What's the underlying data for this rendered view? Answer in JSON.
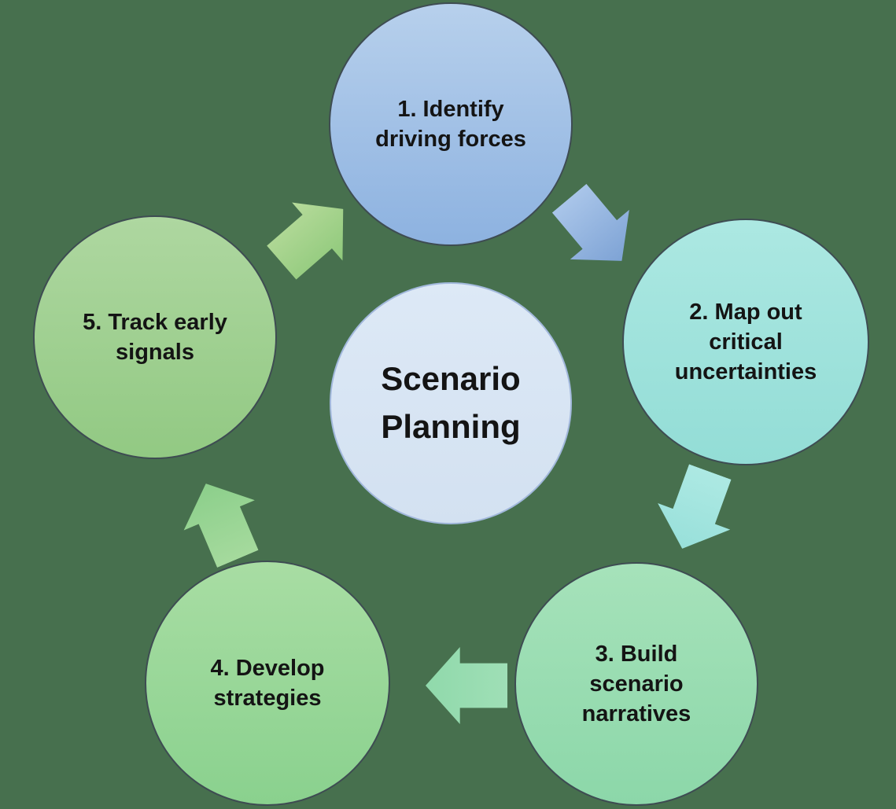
{
  "diagram": {
    "title": "Scenario Planning",
    "background_color": "#47704E",
    "step_border_color": "#3e4c52",
    "text_color": "#141414",
    "center": {
      "label": "Scenario Planning",
      "lines": [
        "Scenario",
        "Planning"
      ],
      "fill_top": "#dde9f6",
      "fill_bottom": "#d3e1f1",
      "border_color": "#a2b8dc"
    },
    "steps": [
      {
        "id": 1,
        "label": "1. Identify driving forces",
        "lines": [
          "1. Identify",
          "driving forces"
        ],
        "fill_top": "#b7d0ec",
        "fill_bottom": "#8db2e0"
      },
      {
        "id": 2,
        "label": "2. Map out critical uncertainties",
        "lines": [
          "2. Map out",
          "critical",
          "uncertainties"
        ],
        "fill_top": "#ace8e2",
        "fill_bottom": "#93ddd6"
      },
      {
        "id": 3,
        "label": "3. Build scenario narratives",
        "lines": [
          "3. Build",
          "scenario",
          "narratives"
        ],
        "fill_top": "#a6e2ba",
        "fill_bottom": "#8cd7a9"
      },
      {
        "id": 4,
        "label": "4. Develop strategies",
        "lines": [
          "4. Develop",
          "strategies"
        ],
        "fill_top": "#a8dda3",
        "fill_bottom": "#8ad18e"
      },
      {
        "id": 5,
        "label": "5. Track early signals",
        "lines": [
          "5. Track early",
          "signals"
        ],
        "fill_top": "#aed7a0",
        "fill_bottom": "#92c983"
      }
    ],
    "arrows": [
      {
        "from": 1,
        "to": 2,
        "color_light": "#a9c5e9",
        "color_dark": "#7ea3d5"
      },
      {
        "from": 2,
        "to": 3,
        "color_light": "#ade9e3",
        "color_dark": "#98e0da"
      },
      {
        "from": 3,
        "to": 4,
        "color_light": "#9fdfb6",
        "color_dark": "#90d9ab"
      },
      {
        "from": 4,
        "to": 5,
        "color_light": "#a5da9d",
        "color_dark": "#8ccf8b"
      },
      {
        "from": 5,
        "to": 1,
        "color_light": "#b7db9b",
        "color_dark": "#8fc97b"
      }
    ]
  }
}
